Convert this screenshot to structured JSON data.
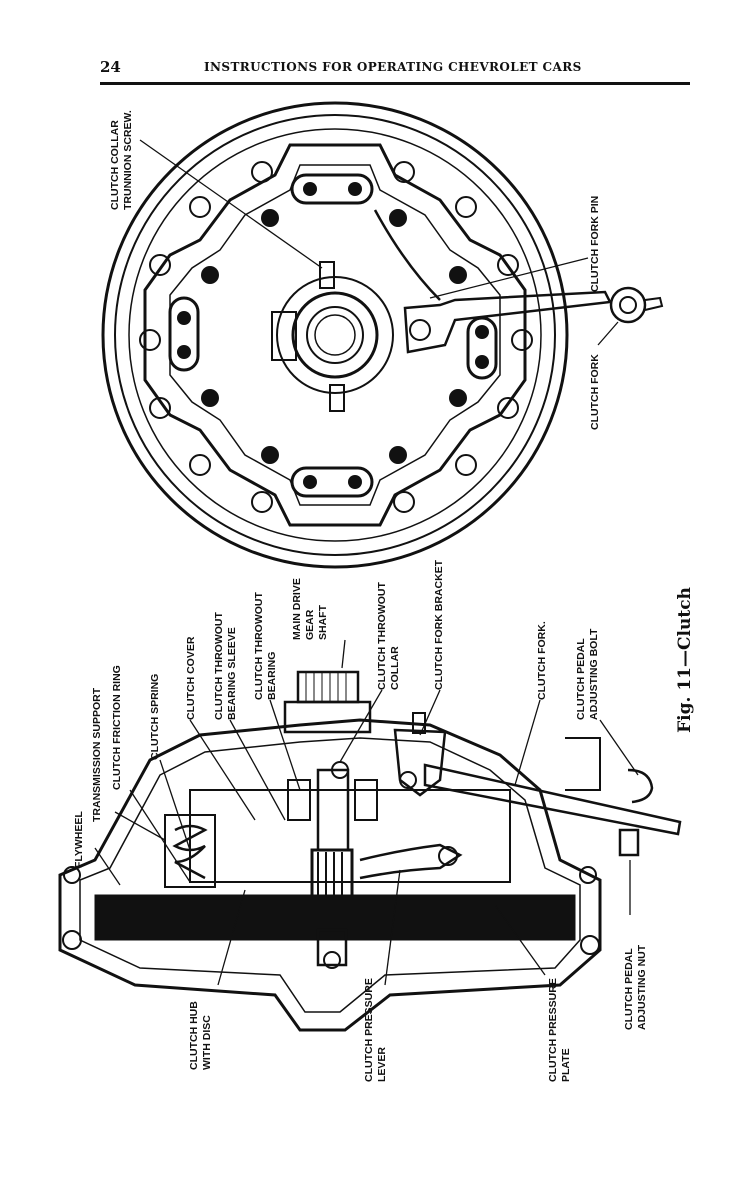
{
  "header": {
    "page_number": "24",
    "title": "INSTRUCTIONS FOR OPERATING CHEVROLET CARS"
  },
  "caption": "Fig. 11—Clutch",
  "labels": {
    "trunnion_1": "CLUTCH COLLAR",
    "trunnion_2": "TRUNNION SCREW.",
    "fork_pin": "CLUTCH FORK PIN",
    "fork_right": "CLUTCH FORK",
    "flywheel": "FLYWHEEL",
    "transmission_support": "TRANSMISSION SUPPORT",
    "friction_ring": "CLUTCH FRICTION RING",
    "spring": "CLUTCH SPRING",
    "cover": "CLUTCH COVER",
    "sleeve_1": "CLUTCH THROWOUT",
    "sleeve_2": "BEARING SLEEVE",
    "bearing_1": "CLUTCH THROWOUT",
    "bearing_2": "BEARING",
    "main_drive_1": "MAIN DRIVE",
    "main_drive_2": "GEAR",
    "main_drive_3": "SHAFT",
    "collar_1": "CLUTCH THROWOUT",
    "collar_2": "COLLAR",
    "fork_bracket": "CLUTCH FORK BRACKET",
    "fork_left": "CLUTCH FORK.",
    "adj_bolt_1": "CLUTCH PEDAL",
    "adj_bolt_2": "ADJUSTING BOLT",
    "hub_1": "CLUTCH HUB",
    "hub_2": "WITH DISC",
    "lever_1": "CLUTCH PRESSURE",
    "lever_2": "LEVER",
    "plate_1": "CLUTCH PRESSURE",
    "plate_2": "PLATE",
    "adj_nut_1": "CLUTCH PEDAL",
    "adj_nut_2": "ADJUSTING NUT"
  }
}
